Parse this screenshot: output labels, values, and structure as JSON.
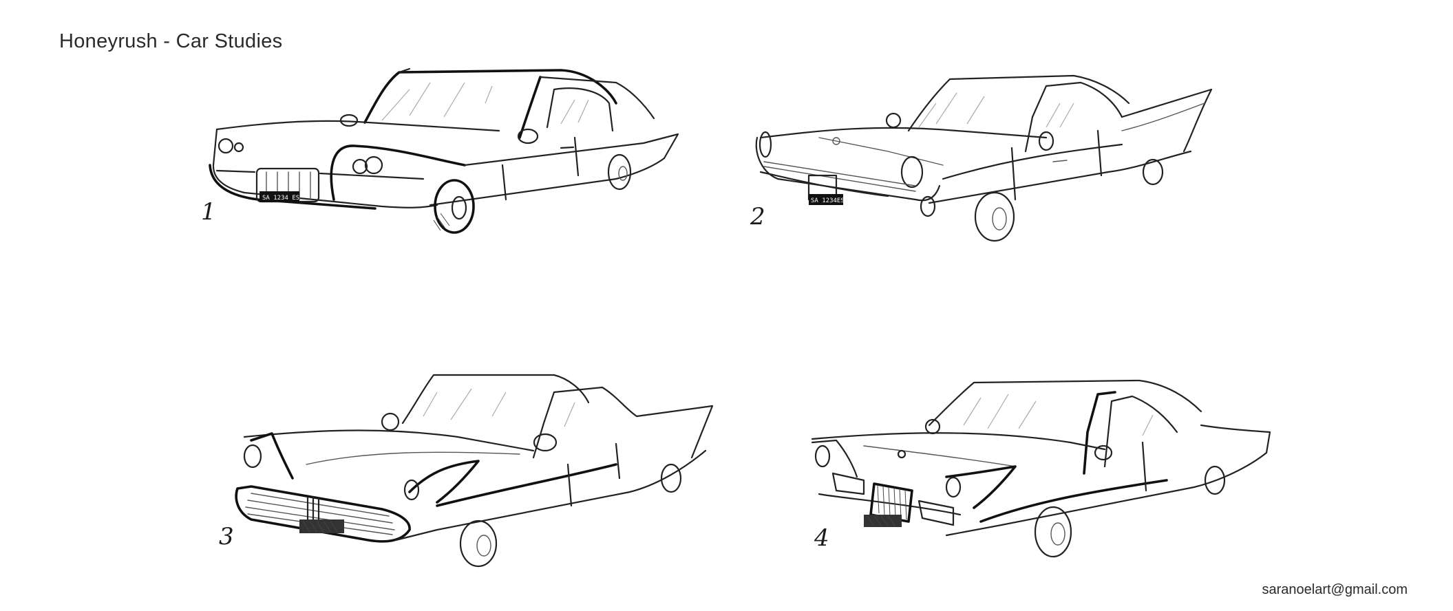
{
  "header": {
    "title": "Honeyrush - Car Studies"
  },
  "sketches": [
    {
      "label": "1",
      "plate": "SA  1234 ES"
    },
    {
      "label": "2",
      "plate": "SA 1234ES"
    },
    {
      "label": "3"
    },
    {
      "label": "4"
    }
  ],
  "footer": {
    "email": "saranoelart@gmail.com"
  }
}
